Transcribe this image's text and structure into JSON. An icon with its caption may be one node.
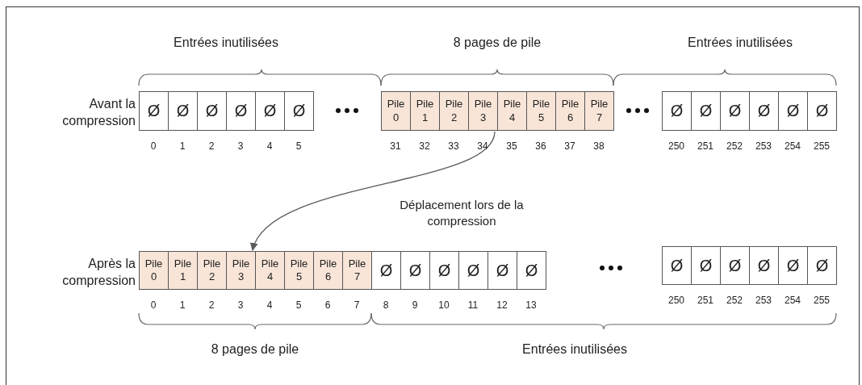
{
  "diagram": {
    "nodes": [
      {
        "text": [
          "Ø"
        ],
        "beside": [
          "0"
        ]
      },
      {
        "text": [
          "Ø"
        ],
        "beside": [
          "1"
        ]
      },
      {
        "text": [
          "Ø"
        ],
        "beside": [
          "2"
        ]
      },
      {
        "text": [
          "Ø"
        ],
        "beside": [
          "3"
        ]
      },
      {
        "text": [
          "Ø"
        ],
        "beside": [
          "4"
        ]
      },
      {
        "text": [
          "Ø"
        ],
        "beside": [
          "5"
        ]
      },
      {
        "text": [
          "Pile 0"
        ],
        "beside": [
          "31"
        ]
      },
      {
        "text": [
          "Pile 1"
        ],
        "beside": [
          "32"
        ]
      },
      {
        "text": [
          "Pile 2"
        ],
        "beside": [
          "33"
        ]
      },
      {
        "text": [
          "Pile 3"
        ],
        "beside": [
          "34"
        ]
      },
      {
        "text": [
          "Pile 4"
        ],
        "beside": [
          "35"
        ]
      },
      {
        "text": [
          "Pile 5"
        ],
        "beside": [
          "36"
        ]
      },
      {
        "text": [
          "Pile 6"
        ],
        "beside": [
          "37"
        ]
      },
      {
        "text": [
          "Pile 7"
        ],
        "beside": [
          "38"
        ]
      },
      {
        "text": [
          "Ø"
        ],
        "beside": [
          "250"
        ]
      },
      {
        "text": [
          "Ø"
        ],
        "beside": [
          "251"
        ]
      },
      {
        "text": [
          "Ø"
        ],
        "beside": [
          "252"
        ]
      },
      {
        "text": [
          "Ø"
        ],
        "beside": [
          "253"
        ]
      },
      {
        "text": [
          "Ø"
        ],
        "beside": [
          "254"
        ]
      },
      {
        "text": [
          "Ø"
        ],
        "beside": [
          "255"
        ]
      },
      {
        "text": [
          "Pile 0"
        ],
        "beside": [
          "0"
        ]
      },
      {
        "text": [
          "Pile 1"
        ],
        "beside": [
          "1"
        ]
      },
      {
        "text": [
          "Pile 2"
        ],
        "beside": [
          "2"
        ]
      },
      {
        "text": [
          "Pile 3"
        ],
        "beside": [
          "3"
        ]
      },
      {
        "text": [
          "Pile 4"
        ],
        "beside": [
          "4"
        ]
      },
      {
        "text": [
          "Pile 5"
        ],
        "beside": [
          "5"
        ]
      },
      {
        "text": [
          "Pile 6"
        ],
        "beside": [
          "6"
        ]
      },
      {
        "text": [
          "Pile 7"
        ],
        "beside": [
          "7"
        ]
      },
      {
        "text": [
          "Ø"
        ],
        "beside": [
          "8"
        ]
      },
      {
        "text": [
          "Ø"
        ],
        "beside": [
          "9"
        ]
      },
      {
        "text": [
          "Ø"
        ],
        "beside": [
          "10"
        ]
      },
      {
        "text": [
          "Ø"
        ],
        "beside": [
          "11"
        ]
      },
      {
        "text": [
          "Ø"
        ],
        "beside": [
          "12"
        ]
      },
      {
        "text": [
          "Ø"
        ],
        "beside": [
          "13"
        ]
      },
      {
        "text": [
          "Ø"
        ],
        "beside": [
          "250"
        ]
      },
      {
        "text": [
          "Ø"
        ],
        "beside": [
          "251"
        ]
      },
      {
        "text": [
          "Ø"
        ],
        "beside": [
          "252"
        ]
      },
      {
        "text": [
          "Ø"
        ],
        "beside": [
          "253"
        ]
      },
      {
        "text": [
          "Ø"
        ],
        "beside": [
          "254"
        ]
      },
      {
        "text": [
          "Ø"
        ],
        "beside": [
          "255"
        ]
      }
    ],
    "edges": [
      {
        "from": 9,
        "to": 23,
        "arrow": "to",
        "label": "Déplacement lors de la compression"
      }
    ],
    "labels": [
      "Entrées inutilisées",
      "8 pages de pile",
      "Entrées inutilisées",
      "Avant la compression",
      "Après la compression",
      "8 pages de pile",
      "Entrées inutilisées"
    ]
  }
}
